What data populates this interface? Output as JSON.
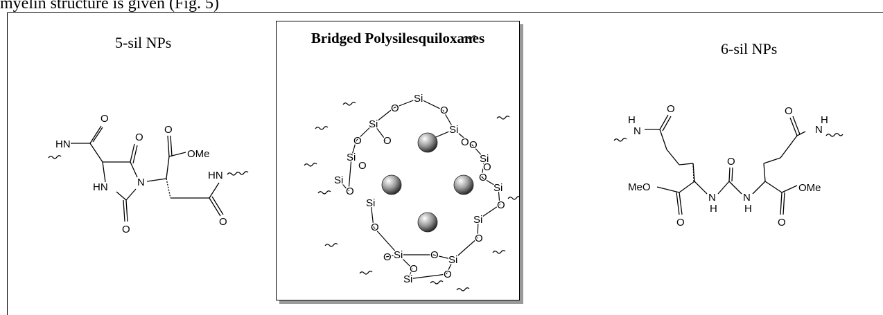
{
  "top_text": "myelin structure is given (Fig. 5)",
  "left_panel": {
    "title": "5-sil NPs",
    "atoms": [
      "HN",
      "O",
      "O",
      "O",
      "OMe",
      "HN",
      "N",
      "HN",
      "O",
      "O"
    ]
  },
  "center_panel": {
    "title": "Bridged Polysilesquiloxanes",
    "si_label": "Si",
    "o_label": "O"
  },
  "right_panel": {
    "title": "6-sil NPs",
    "atoms": [
      "H",
      "N",
      "O",
      "O",
      "H",
      "N",
      "O",
      "MeO",
      "N",
      "H",
      "N",
      "H",
      "OMe",
      "O",
      "O"
    ]
  },
  "colors": {
    "line": "#000000",
    "shadow": "#9a9a9a",
    "sphere_light": "#ffffff",
    "sphere_dark": "#3a3a3a"
  }
}
